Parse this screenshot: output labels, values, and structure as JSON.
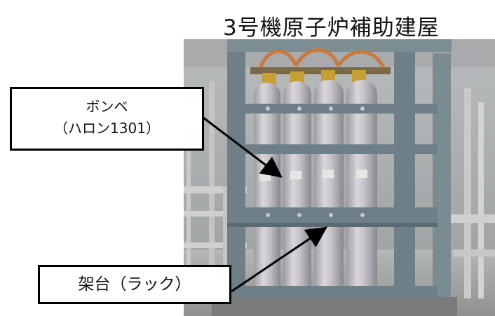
{
  "title": "3号機原子炉補助建屋",
  "callouts": {
    "cylinder_line1": "ボンベ",
    "cylinder_line2": "（ハロン1301）",
    "rack": "架台（ラック）"
  }
}
